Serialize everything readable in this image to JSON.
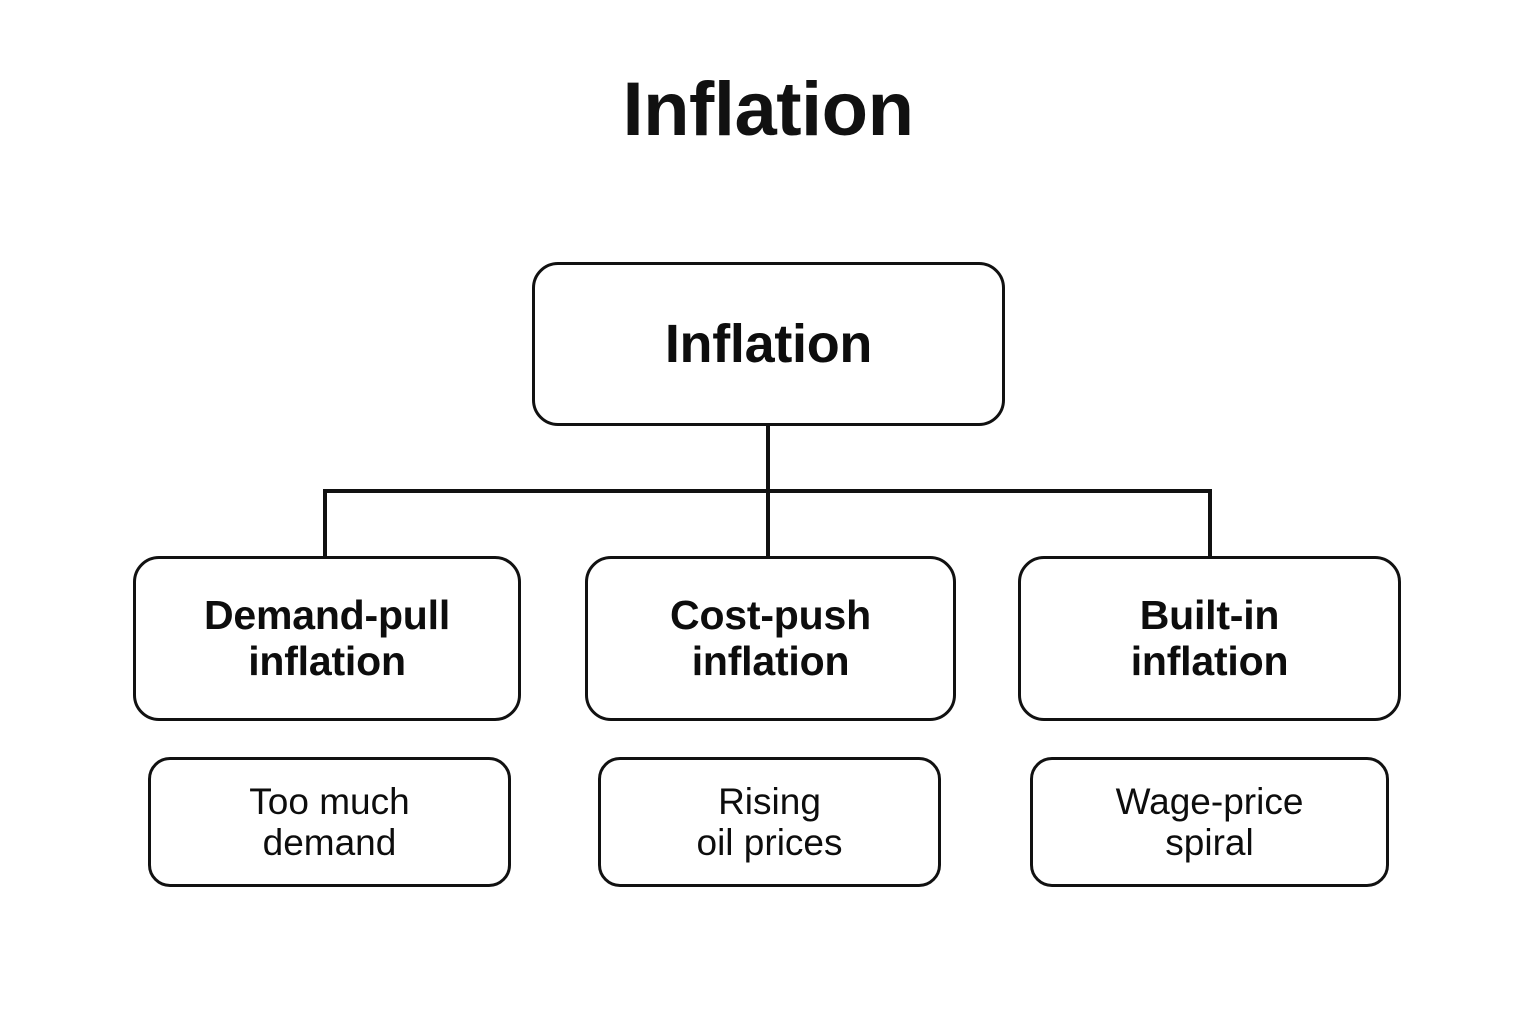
{
  "title": "Inflation",
  "diagram": {
    "type": "tree",
    "background_color": "#ffffff",
    "line_color": "#111111",
    "text_color": "#111111",
    "root": {
      "label": "Inflation"
    },
    "branches": [
      {
        "label": "Demand-pull\ninflation",
        "example": "Too much\ndemand"
      },
      {
        "label": "Cost-push\ninflation",
        "example": "Rising\noil prices"
      },
      {
        "label": "Built-in\ninflation",
        "example": "Wage-price\nspiral"
      }
    ]
  }
}
